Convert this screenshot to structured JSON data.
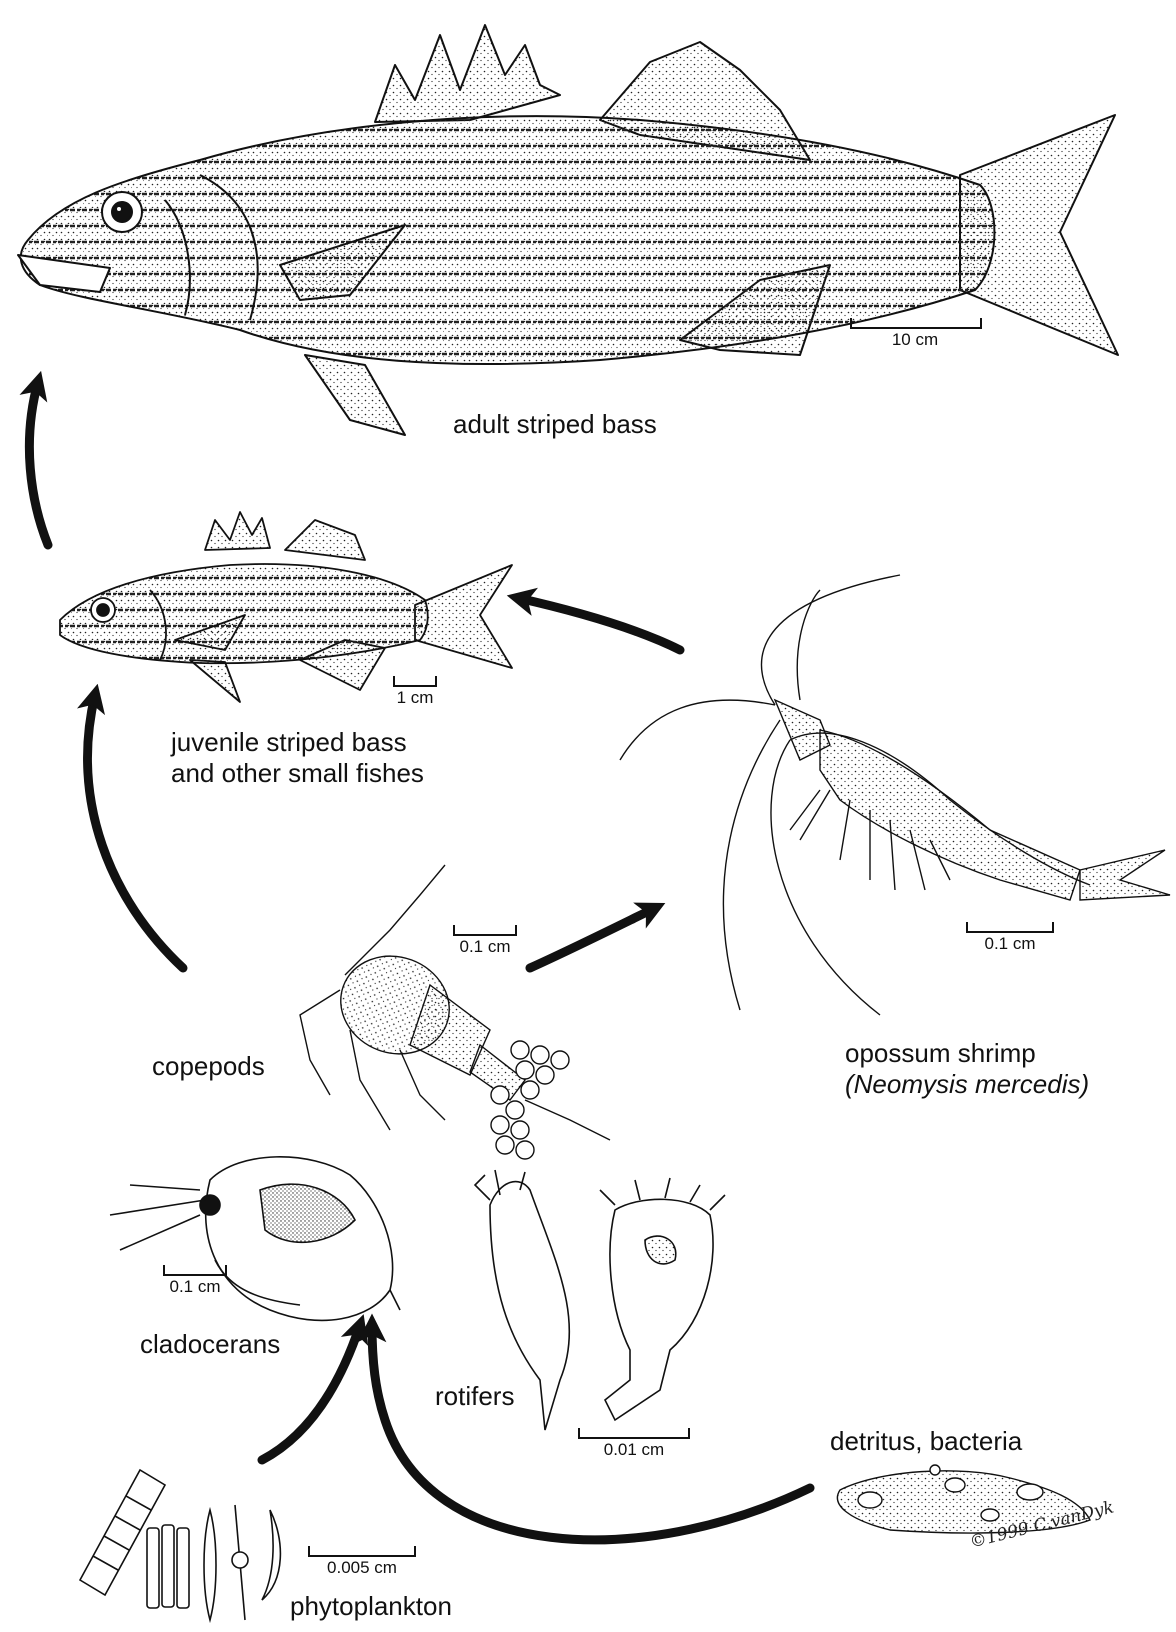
{
  "labels": {
    "adult": "adult striped bass",
    "juvenile_line1": "juvenile striped bass",
    "juvenile_line2": "and other small fishes",
    "copepods": "copepods",
    "shrimp_common": "opossum shrimp",
    "shrimp_scientific": "(Neomysis mercedis)",
    "cladocerans": "cladocerans",
    "rotifers": "rotifers",
    "detritus": "detritus, bacteria",
    "phytoplankton": "phytoplankton"
  },
  "scale_bars": {
    "adult": "10 cm",
    "juvenile": "1 cm",
    "copepod": "0.1 cm",
    "shrimp": "0.1 cm",
    "cladoceran": "0.1 cm",
    "rotifer": "0.01 cm",
    "phytoplankton": "0.005 cm"
  },
  "signature": "©1999 C.vanDyk",
  "colors": {
    "ink": "#111111",
    "background": "#ffffff"
  }
}
